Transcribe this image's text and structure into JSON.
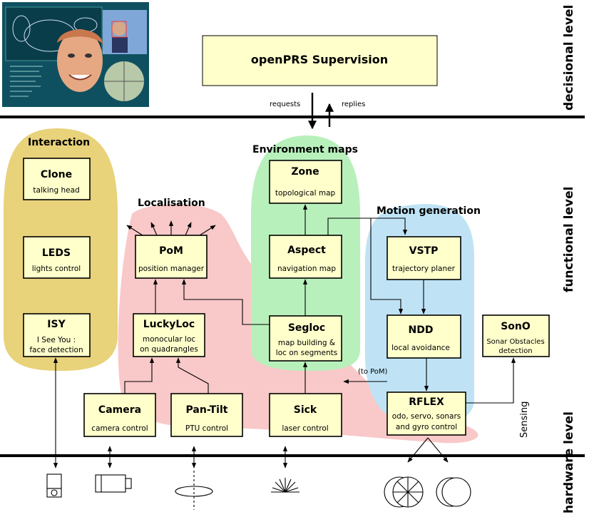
{
  "supervision": {
    "title": "openPRS Supervision",
    "requests": "requests",
    "replies": "replies"
  },
  "levels": {
    "decisional": "decisional level",
    "functional": "functional level",
    "hardware": "hardware level"
  },
  "groups": {
    "interaction": "Interaction",
    "localisation": "Localisation",
    "environment": "Environment maps",
    "motion": "Motion generation"
  },
  "modules": {
    "clone": {
      "title": "Clone",
      "sub1": "talking head"
    },
    "leds": {
      "title": "LEDS",
      "sub1": "lights control"
    },
    "isy": {
      "title": "ISY",
      "sub1": "I See You :",
      "sub2": "face detection"
    },
    "pom": {
      "title": "PoM",
      "sub1": "position manager"
    },
    "luckyloc": {
      "title": "LuckyLoc",
      "sub1": "monocular loc",
      "sub2": "on quadrangles"
    },
    "zone": {
      "title": "Zone",
      "sub1": "topological map"
    },
    "aspect": {
      "title": "Aspect",
      "sub1": "navigation map"
    },
    "segloc": {
      "title": "Segloc",
      "sub1": "map building &",
      "sub2": "loc on segments"
    },
    "vstp": {
      "title": "VSTP",
      "sub1": "trajectory planer"
    },
    "ndd": {
      "title": "NDD",
      "sub1": "local avoidance"
    },
    "sono": {
      "title": "SonO",
      "sub1": "Sonar Obstacles",
      "sub2": "detection"
    },
    "camera": {
      "title": "Camera",
      "sub1": "camera control"
    },
    "pantilt": {
      "title": "Pan-Tilt",
      "sub1": "PTU control"
    },
    "sick": {
      "title": "Sick",
      "sub1": "laser control"
    },
    "rflex": {
      "title": "RFLEX",
      "sub1": "odo, servo, sonars",
      "sub2": "and gyro control"
    }
  },
  "labels": {
    "to_pom": "(to PoM)",
    "sensing": "Sensing"
  },
  "colors": {
    "interaction": "#e8d27a",
    "localisation": "#f9c8c8",
    "environment": "#b8f0bc",
    "motion": "#bfe3f5",
    "box": "#ffffcc"
  }
}
